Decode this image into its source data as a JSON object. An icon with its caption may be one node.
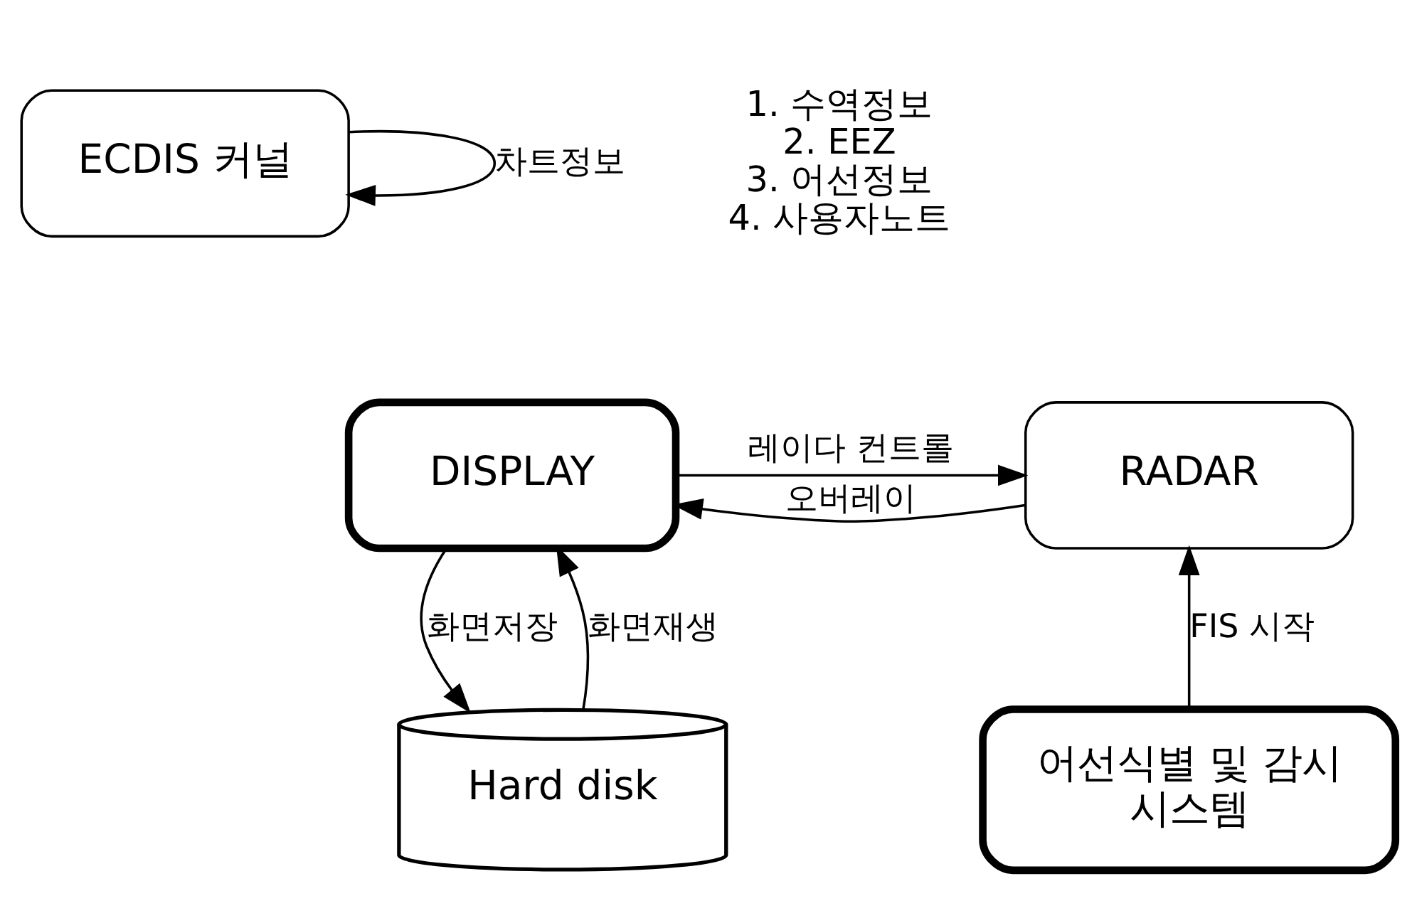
{
  "diagram": {
    "nodes": [
      {
        "text": [
          "ECDIS 커널"
        ]
      },
      {
        "text": [
          "RADAR"
        ]
      },
      {
        "text": [
          "DISPLAY"
        ]
      },
      {
        "text": [
          "Hard disk"
        ]
      },
      {
        "text": [
          "어선식별 및 감시 시스템"
        ]
      }
    ],
    "edges": [
      {
        "from": 0,
        "to": 0,
        "arrow": "to",
        "label": "차트정보"
      },
      {
        "from": 1,
        "to": 2,
        "arrow": "to",
        "label": "오버레이"
      },
      {
        "from": 2,
        "to": 1,
        "arrow": "to",
        "label": "레이다 컨트롤"
      },
      {
        "from": 2,
        "to": 3,
        "arrow": "to",
        "label": "화면저장"
      },
      {
        "from": 3,
        "to": 2,
        "arrow": "to",
        "label": "화면재생"
      },
      {
        "from": 4,
        "to": 1,
        "arrow": "to",
        "label": "FIS 시작"
      }
    ],
    "labels": [
      "1. 수역정보",
      "2. EEZ",
      "3. 어선정보",
      "4. 사용자노트"
    ]
  }
}
